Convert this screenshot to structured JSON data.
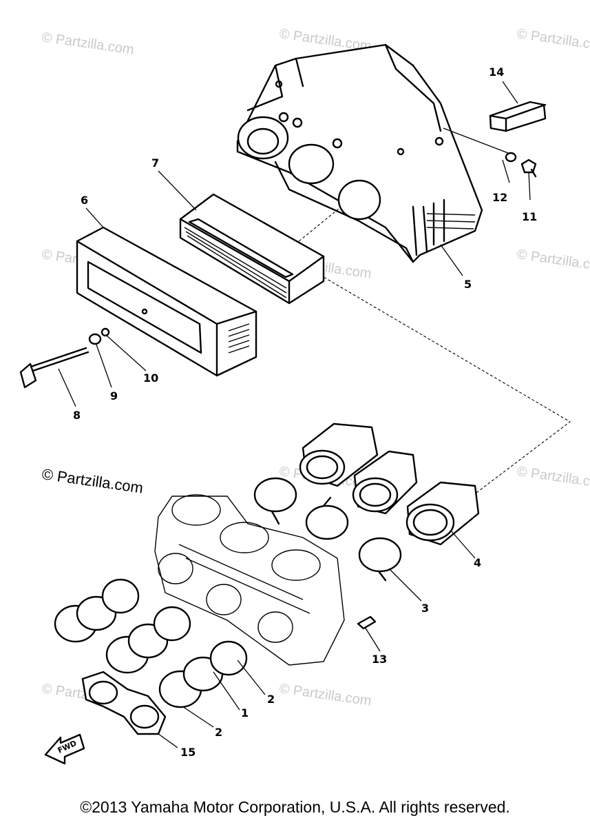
{
  "watermarks": {
    "faint": [
      "© Partzilla.com",
      "© Partzilla.com",
      "© Partzilla.com",
      "© Partzilla.com",
      "© Partzilla.com",
      "© Partzilla.com",
      "© Partzilla.com",
      "© Partzilla.com",
      "© Partzilla.com",
      "© Partzilla.com"
    ],
    "main": "© Partzilla.com"
  },
  "callouts": [
    "1",
    "2",
    "2",
    "3",
    "4",
    "5",
    "6",
    "7",
    "8",
    "9",
    "10",
    "11",
    "12",
    "13",
    "14",
    "15"
  ],
  "fwd_label": "FWD",
  "copyright": "©2013  Yamaha Motor Corporation, U.S.A. All rights reserved."
}
